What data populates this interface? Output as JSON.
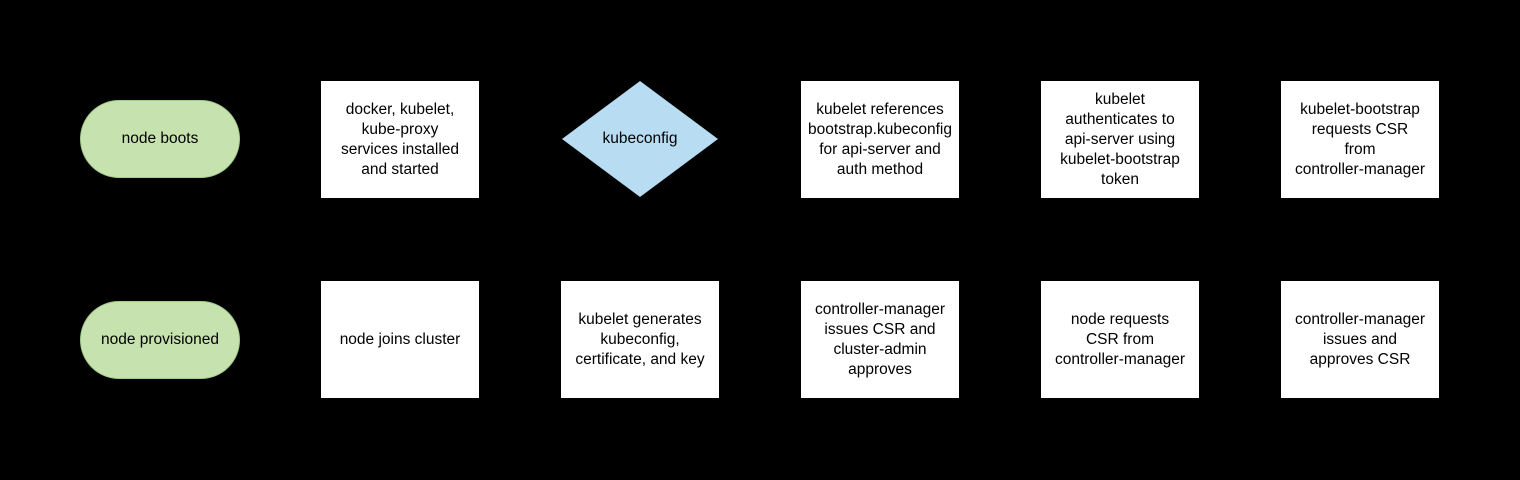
{
  "diagram": {
    "description": "kubernetes node bootstrap flowchart",
    "background_color": "#000000",
    "colors": {
      "terminal_fill": "#c6e2ae",
      "terminal_border": "#a3c98a",
      "decision_fill": "#b8ddf2",
      "process_fill": "#ffffff",
      "text": "#000000"
    },
    "rows": [
      {
        "nodes": [
          {
            "id": "node-boots",
            "type": "terminal",
            "label": "node boots"
          },
          {
            "id": "services-installed",
            "type": "process",
            "label": "docker, kubelet,\nkube-proxy\nservices installed\nand started"
          },
          {
            "id": "kubeconfig-decision",
            "type": "decision",
            "label": "kubeconfig"
          },
          {
            "id": "kubelet-references-bootstrap",
            "type": "process",
            "label": "kubelet references\nbootstrap.kubeconfig\nfor api-server and\nauth method"
          },
          {
            "id": "kubelet-authenticates",
            "type": "process",
            "label": "kubelet\nauthenticates to\napi-server using\nkubelet-bootstrap\ntoken"
          },
          {
            "id": "kubelet-bootstrap-requests-csr",
            "type": "process",
            "label": "kubelet-bootstrap\nrequests CSR\nfrom\ncontroller-manager"
          }
        ]
      },
      {
        "nodes": [
          {
            "id": "node-provisioned",
            "type": "terminal",
            "label": "node provisioned"
          },
          {
            "id": "node-joins-cluster",
            "type": "process",
            "label": "node joins cluster"
          },
          {
            "id": "kubelet-generates",
            "type": "process",
            "label": "kubelet generates\nkubeconfig,\ncertificate, and key"
          },
          {
            "id": "controller-manager-issues-admin-approves",
            "type": "process",
            "label": "controller-manager\nissues CSR and\ncluster-admin\napproves"
          },
          {
            "id": "node-requests-csr",
            "type": "process",
            "label": "node requests\nCSR from\ncontroller-manager"
          },
          {
            "id": "controller-manager-issues-approves",
            "type": "process",
            "label": "controller-manager\nissues and\napproves CSR"
          }
        ]
      }
    ]
  }
}
